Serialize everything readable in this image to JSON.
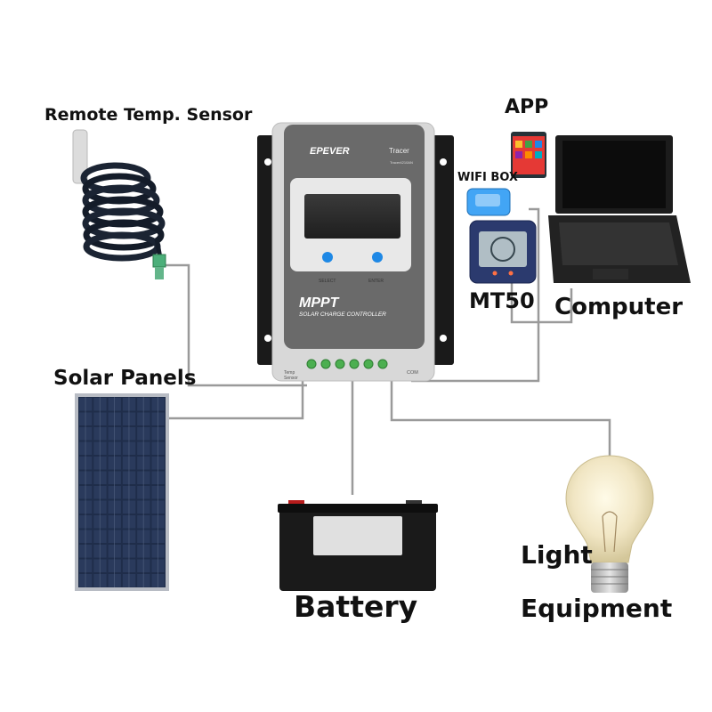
{
  "labels": {
    "remote_temp_sensor": "Remote Temp. Sensor",
    "solar_panels": "Solar Panels",
    "app": "APP",
    "wifi_box": "WIFI BOX",
    "mt50": "MT50",
    "computer": "Computer",
    "battery": "Battery",
    "light": "Light",
    "equipment": "Equipment"
  },
  "controller": {
    "brand": "EPEVER",
    "model": "Tracer",
    "model_code": "Tracer4210AN",
    "mppt": "MPPT",
    "subtitle": "SOLAR CHARGE CONTROLLER",
    "select_label": "SELECT",
    "enter_label": "ENTER",
    "temp_label": "Temp",
    "sensor_label": "Sensor",
    "com_label": "COM"
  },
  "colors": {
    "controller_body": "#6a6a6a",
    "controller_frame": "#d8d8d8",
    "button_blue": "#1e88e5",
    "cable": "#9a9a9a",
    "bracket": "#1a1a1a"
  }
}
